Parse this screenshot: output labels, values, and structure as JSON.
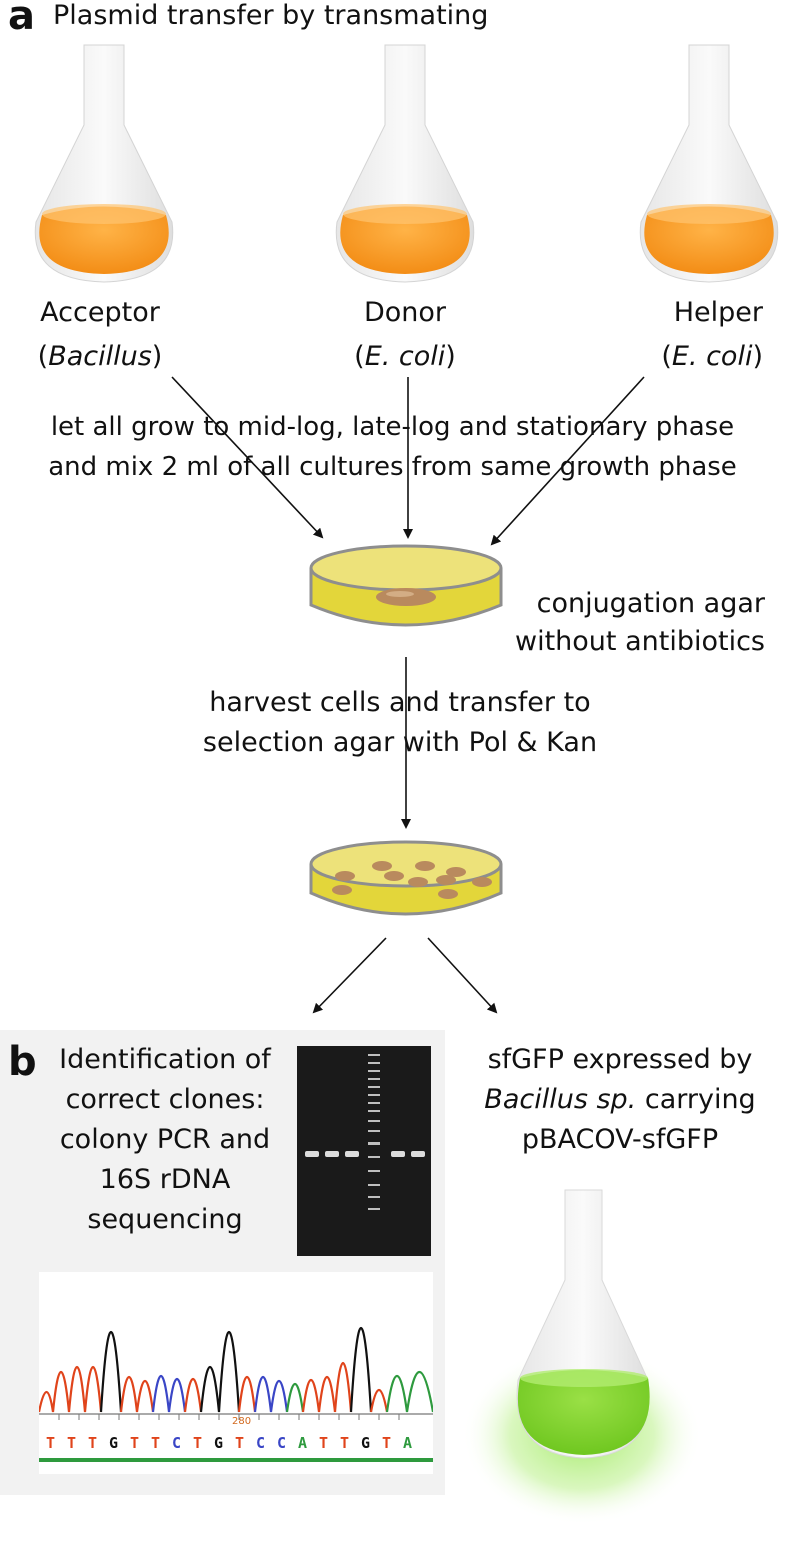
{
  "panel_a": {
    "letter": "a",
    "title": "Plasmid transfer by transmating"
  },
  "flasks": [
    {
      "name": "Acceptor",
      "organism": "Bacillus"
    },
    {
      "name": "Donor",
      "organism": "E. coli"
    },
    {
      "name": "Helper",
      "organism": "E. coli"
    }
  ],
  "steps": {
    "grow_line1": "let all grow to mid-log, late-log and stationary phase",
    "grow_line2": "and mix 2 ml of all cultures from same growth phase",
    "conj_line1": "conjugation agar",
    "conj_line2": "without antibiotics",
    "harvest_line1": "harvest cells and transfer to",
    "harvest_line2": "selection agar with Pol & Kan"
  },
  "panel_b": {
    "letter": "b",
    "lines": [
      "Identification of",
      "correct clones:",
      "colony PCR and",
      "16S rDNA",
      "sequencing"
    ]
  },
  "chromatogram": {
    "position_label": "280",
    "bases": [
      "T",
      "T",
      "T",
      "G",
      "T",
      "T",
      "C",
      "T",
      "G",
      "T",
      "C",
      "C",
      "A",
      "T",
      "T",
      "G",
      "T",
      "A"
    ]
  },
  "result": {
    "line1": "sfGFP expressed by",
    "line2_italic": "Bacillus sp.",
    "line2_rest": " carrying",
    "line3": "pBACOV-sfGFP"
  },
  "colors": {
    "orange_culture": "#f7941d",
    "agar_yellow": "#e8dc3c",
    "colony_brown": "#b98a5e",
    "gfp_green": "#7ed321"
  }
}
